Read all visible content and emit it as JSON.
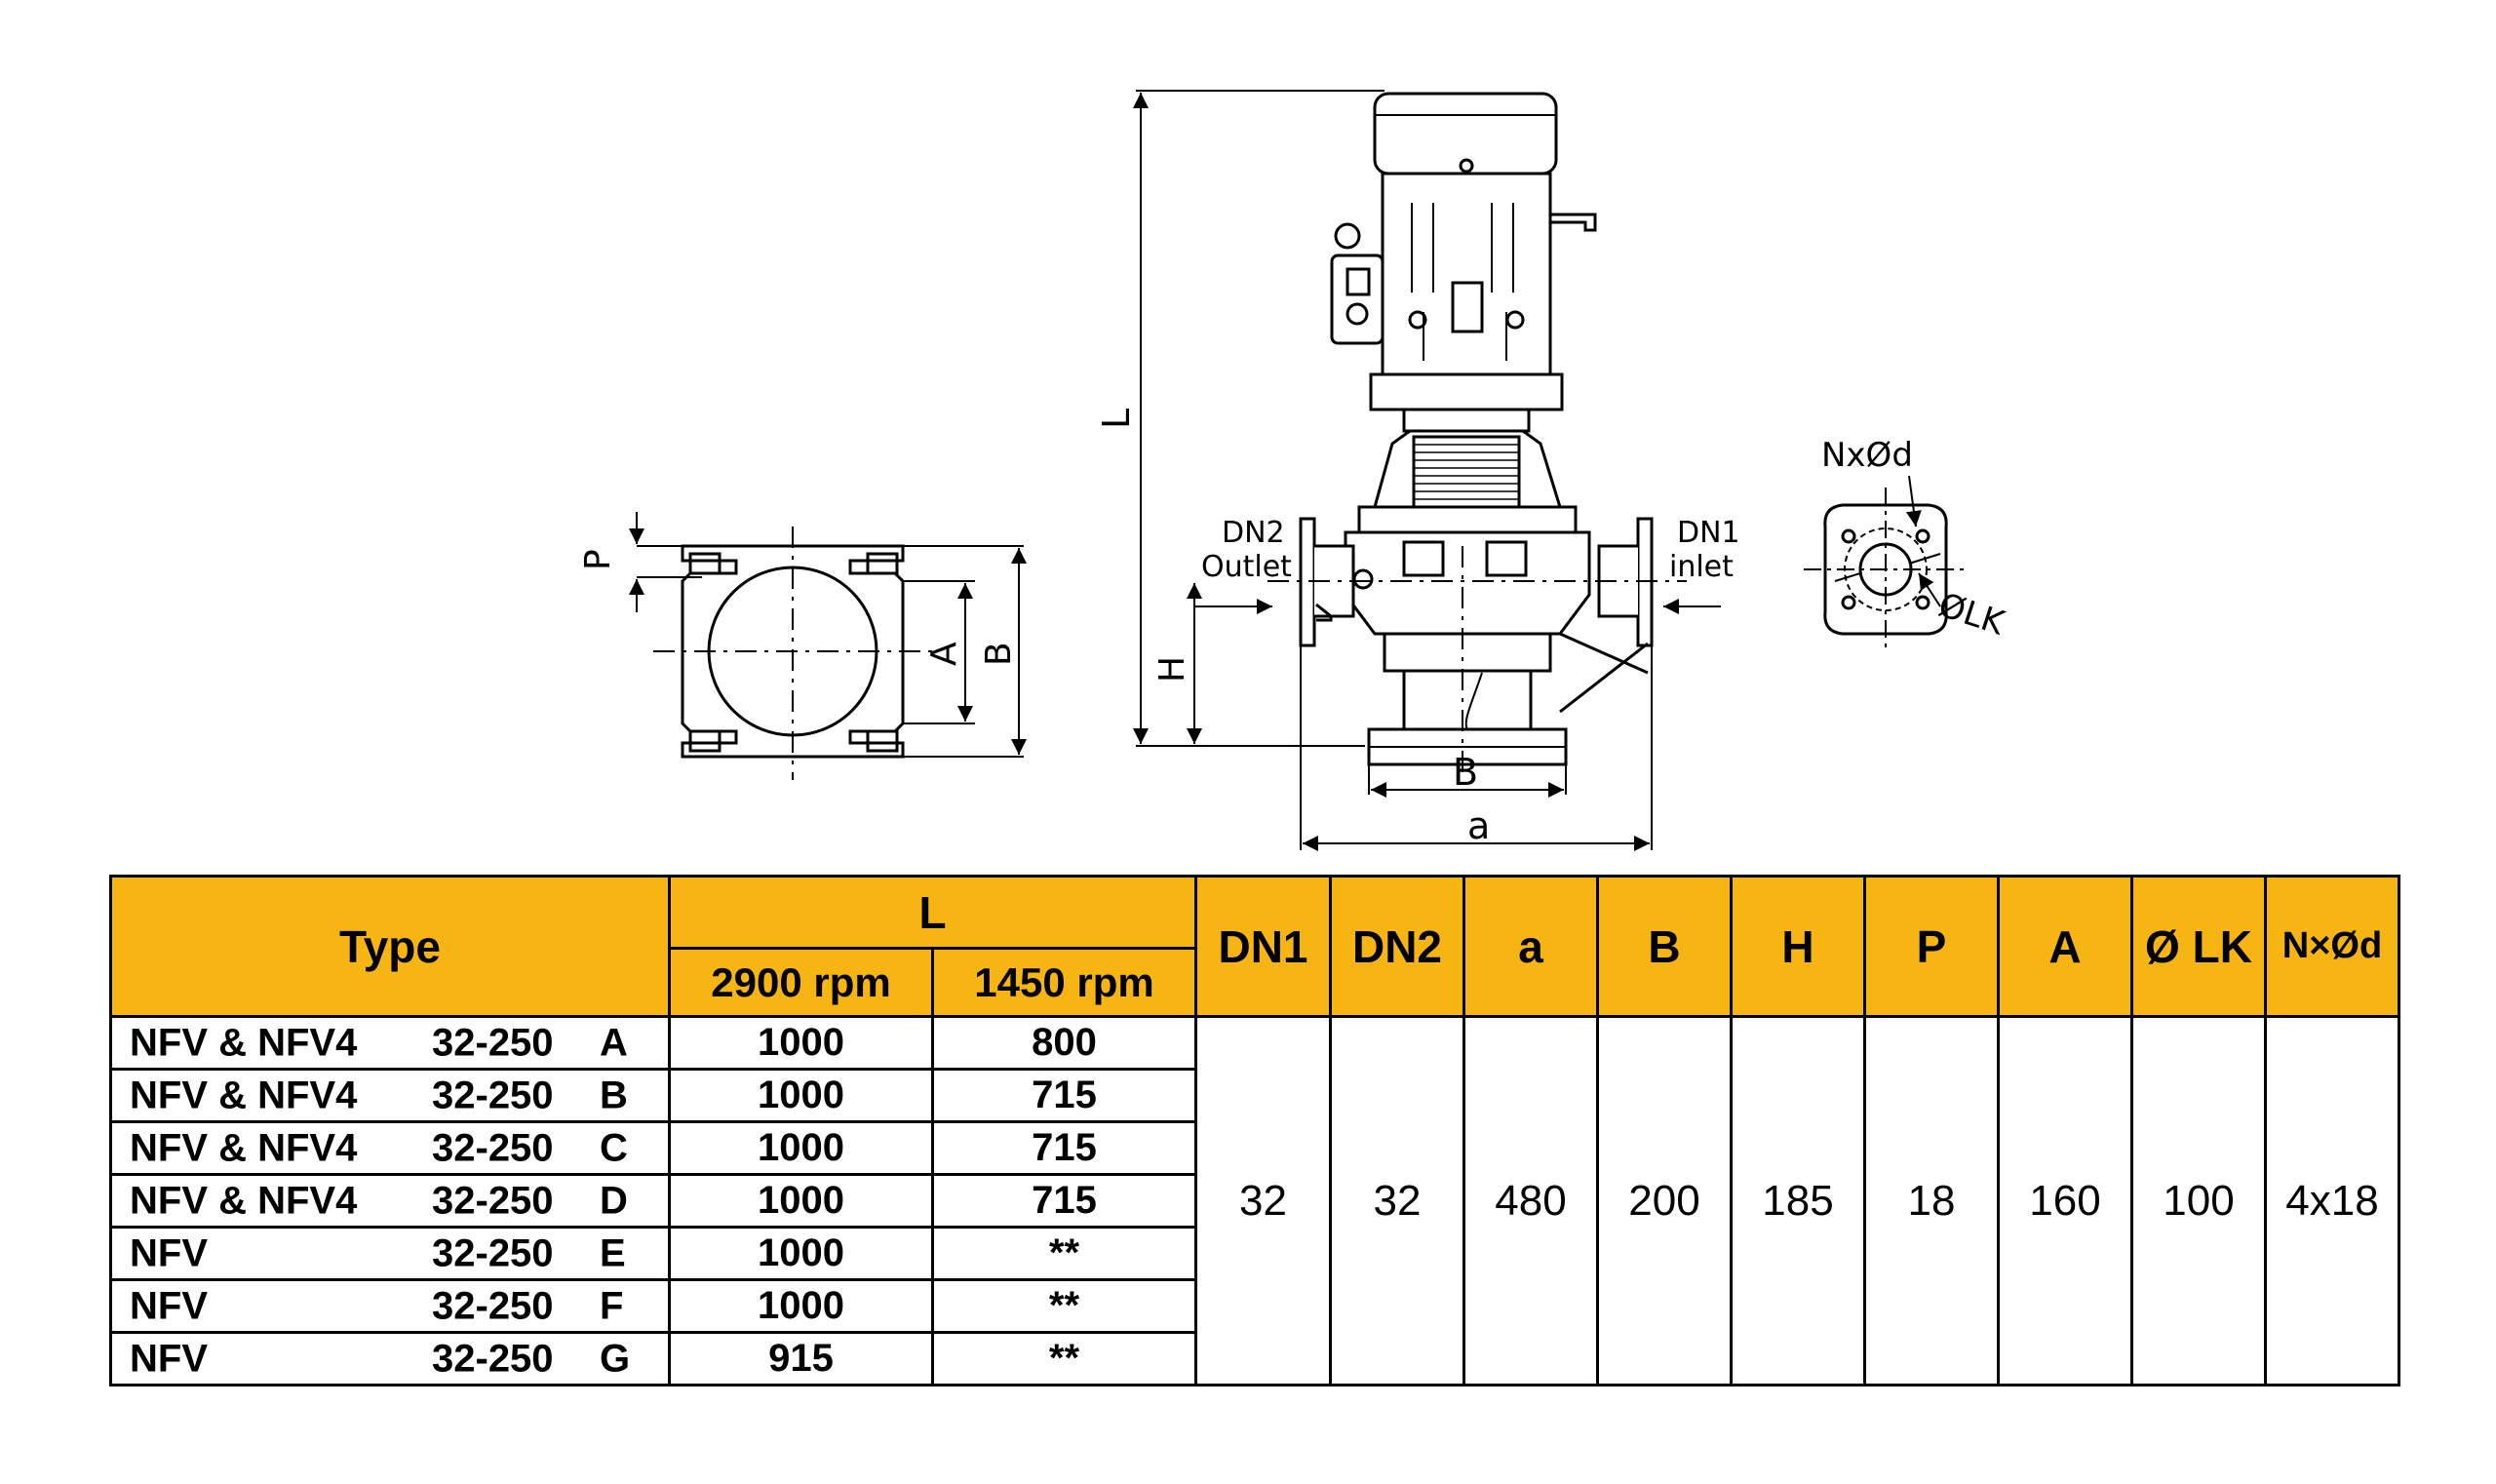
{
  "drawing": {
    "labels": {
      "L": "L",
      "H": "H",
      "B_bottom": "B",
      "a": "a",
      "P": "P",
      "A": "A",
      "B_side": "B",
      "dn2": "DN2",
      "outlet": "Outlet",
      "dn1": "DN1",
      "inlet": "inlet",
      "nxd": "NxØd",
      "olk": "ØLK"
    }
  },
  "table": {
    "headers": {
      "type": "Type",
      "L": "L",
      "rpm2900": "2900 rpm",
      "rpm1450": "1450 rpm",
      "dn1": "DN1",
      "dn2": "DN2",
      "a": "a",
      "B": "B",
      "H": "H",
      "P": "P",
      "A": "A",
      "lk": "Ø LK",
      "nxd": "N×Ød"
    },
    "rows": [
      {
        "model": "NFV & NFV4",
        "size": "32-250",
        "variant": "A",
        "l2900": "1000",
        "l1450": "800"
      },
      {
        "model": "NFV & NFV4",
        "size": "32-250",
        "variant": "B",
        "l2900": "1000",
        "l1450": "715"
      },
      {
        "model": "NFV & NFV4",
        "size": "32-250",
        "variant": "C",
        "l2900": "1000",
        "l1450": "715"
      },
      {
        "model": "NFV & NFV4",
        "size": "32-250",
        "variant": "D",
        "l2900": "1000",
        "l1450": "715"
      },
      {
        "model": "NFV",
        "size": "32-250",
        "variant": "E",
        "l2900": "1000",
        "l1450": "**"
      },
      {
        "model": "NFV",
        "size": "32-250",
        "variant": "F",
        "l2900": "1000",
        "l1450": "**"
      },
      {
        "model": "NFV",
        "size": "32-250",
        "variant": "G",
        "l2900": "915",
        "l1450": "**"
      }
    ],
    "shared": {
      "dn1": "32",
      "dn2": "32",
      "a": "480",
      "B": "200",
      "H": "185",
      "P": "18",
      "A": "160",
      "lk": "100",
      "nxd": "4x18"
    },
    "header_color": "#f7b514"
  }
}
